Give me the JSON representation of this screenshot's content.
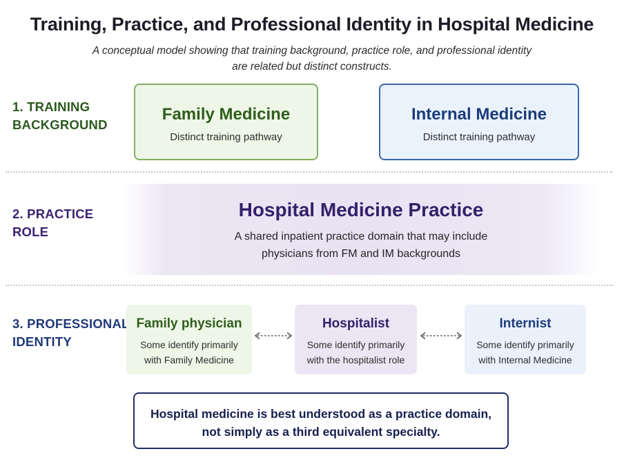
{
  "title": "Training, Practice, and Professional Identity in Hospital Medicine",
  "subtitle": {
    "line1": "A conceptual model showing that training background, practice role, and professional identity",
    "line2": "are related but distinct constructs."
  },
  "rows": {
    "training": {
      "label_line1": "1. TRAINING",
      "label_line2": "BACKGROUND"
    },
    "practice": {
      "label_line1": "2. PRACTICE",
      "label_line2": "ROLE"
    },
    "identity": {
      "label_line1": "3. PROFESSIONAL",
      "label_line2": "IDENTITY"
    }
  },
  "training_boxes": [
    {
      "title": "Family Medicine",
      "subtitle": "Distinct training pathway"
    },
    {
      "title": "Internal Medicine",
      "subtitle": "Distinct training pathway"
    }
  ],
  "practice_box": {
    "title": "Hospital Medicine Practice",
    "desc_line1": "A shared inpatient practice domain that may include",
    "desc_line2": "physicians from FM and IM backgrounds"
  },
  "identity_boxes": [
    {
      "title": "Family physician",
      "line1": "Some identify primarily",
      "line2": "with Family Medicine"
    },
    {
      "title": "Hospitalist",
      "line1": "Some identify primarily",
      "line2": "with the hospitalist role"
    },
    {
      "title": "Internist",
      "line1": "Some identify primarily",
      "line2": "with Internal Medicine"
    }
  ],
  "conclusion": {
    "line1": "Hospital medicine is best understood as a practice domain,",
    "line2": "not simply as a third equivalent specialty."
  },
  "colors": {
    "fm_green": "#2f5e1c",
    "im_blue": "#1c3b7c",
    "hm_purple": "#33216a",
    "conclusion_navy": "#1d2c63"
  }
}
